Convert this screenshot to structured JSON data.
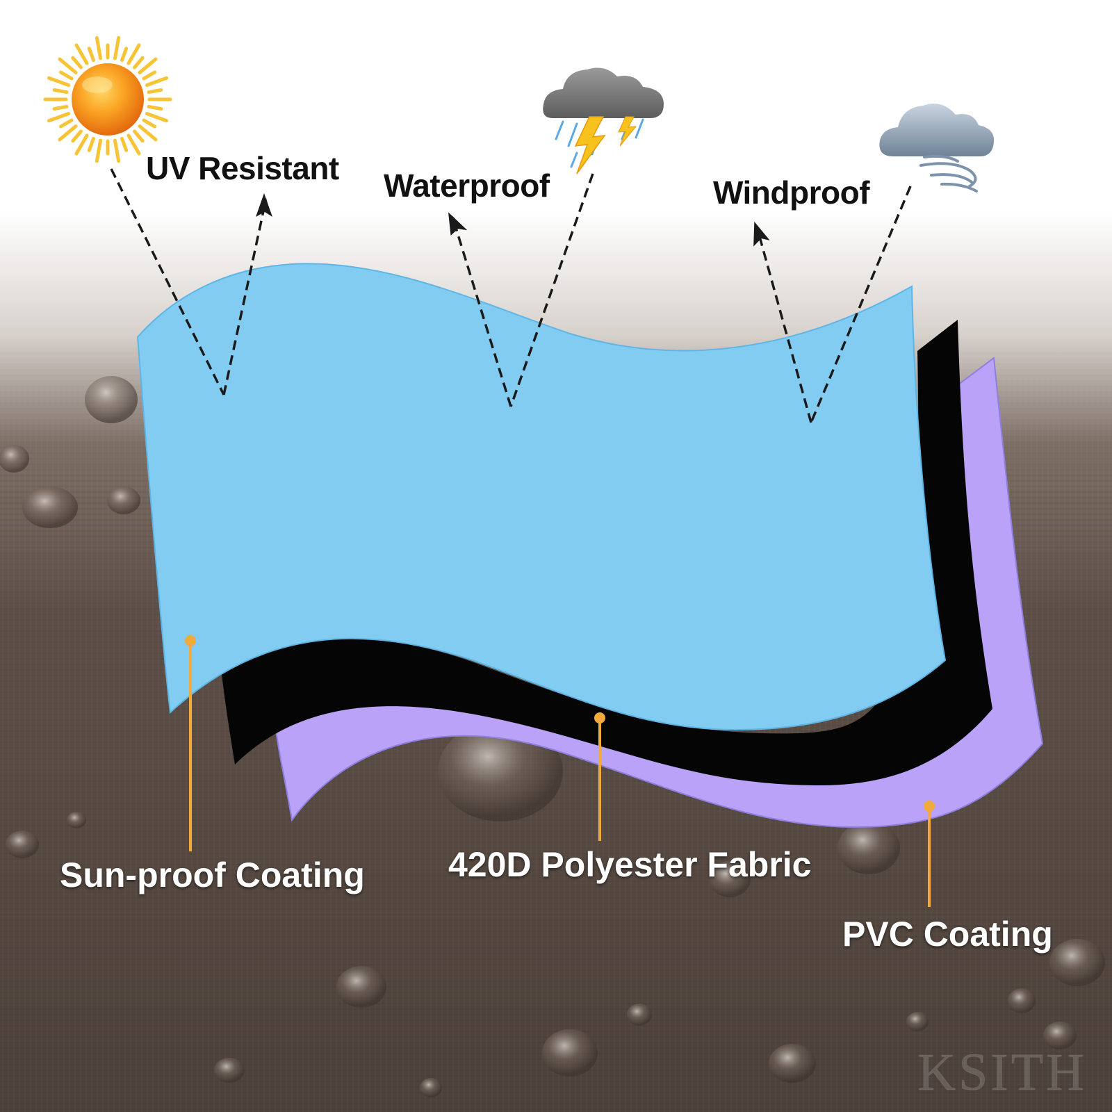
{
  "features": {
    "uv": "UV Resistant",
    "water": "Waterproof",
    "wind": "Windproof"
  },
  "layers": {
    "sunproof": "Sun-proof Coating",
    "polyester": "420D Polyester Fabric",
    "pvc": "PVC Coating"
  },
  "watermark": "KSITH",
  "icons": [
    "sun-icon",
    "storm-cloud-icon",
    "wind-cloud-icon"
  ],
  "colors": {
    "top_layer": "#82ccf2",
    "middle_layer": "#050505",
    "bottom_layer": "#b9a2f7",
    "leader_line": "#f3a93c",
    "background_fabric": "#5e5048",
    "sun": "#f7a21a"
  }
}
